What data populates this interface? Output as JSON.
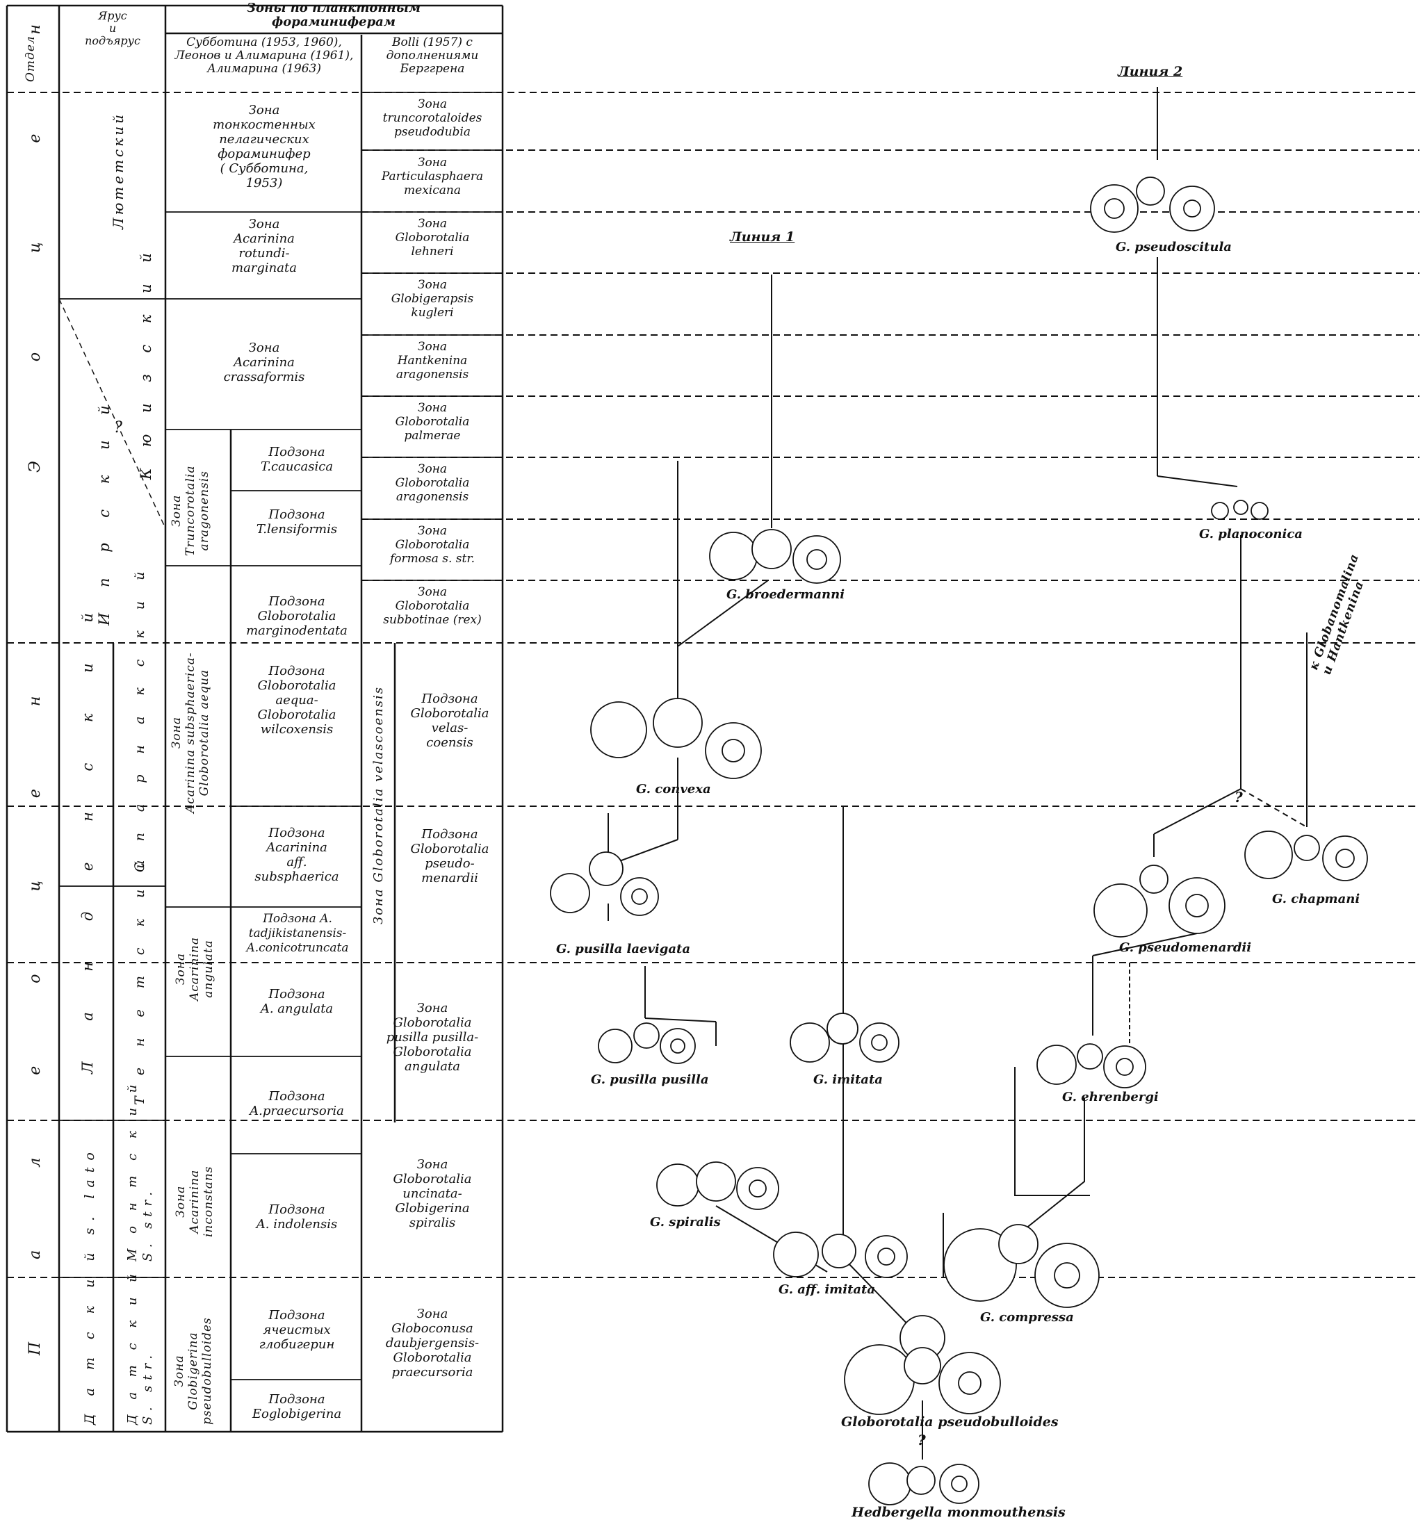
{
  "header": {
    "col_otdel": "Отдел",
    "col_yarus": "Ярус\nи\nподъярус",
    "zones_title": "Зоны по планктонным\nфораминиферам",
    "authors_left": "Субботина (1953, 1960),\nЛеонов и Алимарина (1961),\nАлимарина (1963)",
    "authors_right": "Bolli (1957) с\nдополнениями\nБерггрена"
  },
  "series_labels": {
    "eocene": "Э о ц е н",
    "paleocene": "П а л е о ц е н"
  },
  "stage_labels": {
    "lutetian": "Лютетский",
    "ypresian": "И п р с к и й",
    "kyuzsky": "К ю и з с к и й",
    "landenian": "Л а н д е н с к и й",
    "sparnaksky": "С п а р н а к с к и й",
    "tenetsky": "Т е н е т с к и й",
    "montsky": "М о н т с к и й\nS. str.",
    "dansky_str": "Д а т с к и й\nS. str.",
    "dansky_lato": "Д а т с к и й   s. lato",
    "question": "?"
  },
  "zones_left": {
    "thin_walled": "Зона\nтонкостенных\nпелагических\nфораминифер\n( Субботина,\n1953)",
    "rotundimarginata": "Зона\nAcarinina\nrotundi-\nmarginata",
    "crassaformis": "Зона\nAcarinina\ncrassaformis",
    "truncorotalia_group": "Зона\nTruncorotalia\naragonensis",
    "t_caucasica": "Подзона\nT.caucasica",
    "t_lensiformis": "Подзона\nT.lensiformis",
    "marginodentata": "Подзона\nGloborotalia\nmarginodentata",
    "subsphaerica_group": "Зона\nAcarinina subsphaerica-\nGloborotalia aequa",
    "aequa_wilcoxensis": "Подзона\nGloborotalia\naequa-\nGloborotalia\nwilcoxensis",
    "aff_subsphaerica": "Подзона\nAcarinina\naff.\nsubsphaerica",
    "tadjikistanensis": "Подзона A.\ntadjikistanensis-\nA.conicotruncata",
    "angulata_group": "Зона\nAcarinina\nangulata",
    "a_angulata": "Подзона\nA. angulata",
    "a_praecursoria": "Подзона\nA.praecursoria",
    "inconstans_group": "Зона\nAcarinina\ninconstans",
    "a_indolensis": "Подзона\nA. indolensis",
    "pseudobulloides_group": "Зона\nGlobigerina\npseudobulloides",
    "yacheistykh": "Подзона\nячеистых\nглобигерин",
    "eoglobigerina": "Подзона\nEoglobigerina"
  },
  "zones_right": {
    "truncorotaloides": "Зона\ntruncorotaloides\npseudodubia",
    "particulasphaera": "Зона\nParticulasphaera\nmexicana",
    "lehneri": "Зона\nGloborotalia\nlehneri",
    "kugleri": "Зона\nGlobigerapsis\nkugleri",
    "hantkenina": "Зона\nHantkenina\naragonensis",
    "palmerae": "Зона\nGloborotalia\npalmerae",
    "aragonensis": "Зона\nGloborotalia\naragonensis",
    "formosa": "Зона\nGloborotalia\nformosa s. str.",
    "subbotinae": "Зона\nGloborotalia\nsubbotinae (rex)",
    "velascoensis_zone": "Зона Globorotalia velascoensis",
    "velascoensis_sub": "Подзона\nGloborotalia\nvelas-\ncoensis",
    "pseudomenardii_sub": "Подзона\nGloborotalia\npseudo-\nmenardii",
    "pusilla_angulata": "Зона\nGloborotalia\npusilla pusilla-\nGloborotalia\nangulata",
    "uncinata_spiralis": "Зона\nGloborotalia\nuncinata-\nGlobigerina\nspiralis",
    "daubjergensis": "Зона\nGloboconusa\ndaubjergensis-\nGloborotalia\npraecursoria"
  },
  "lineages": {
    "line1": "Линия 1",
    "line2": "Линия 2",
    "to_globanomalina": "к Globanomalina\nи Hantkenina",
    "question_mark": "?"
  },
  "species": {
    "pseudoscitula": "G. pseudoscitula",
    "planoconica": "G. planoconica",
    "broedermanni": "G. broedermanni",
    "convexa": "G. convexa",
    "pusilla_laevigata": "G. pusilla laevigata",
    "pseudomenardii": "G. pseudomenardii",
    "chapmani": "G. chapmani",
    "pusilla_pusilla": "G. pusilla pusilla",
    "imitata": "G. imitata",
    "ehrenbergi": "G. ehrenbergi",
    "spiralis": "G. spiralis",
    "aff_imitata": "G. aff. imitata",
    "compressa": "G. compressa",
    "pseudobulloides": "Globorotalia pseudobulloides",
    "hedbergella": "Hedbergella monmouthensis"
  }
}
